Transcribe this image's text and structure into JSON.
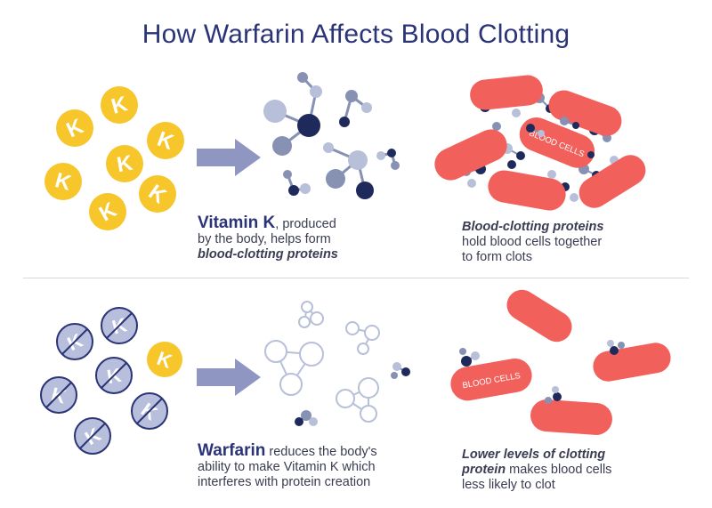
{
  "title": "How Warfarin Affects Blood Clotting",
  "letter_k": "K",
  "blood_cells_label": "BLOOD CELLS",
  "top_left_caption": {
    "bold": "Vitamin K",
    "text1": ", produced",
    "text2": "by the body, helps form",
    "italic": "blood-clotting proteins"
  },
  "top_right_caption": {
    "italic": "Blood-clotting proteins",
    "text1": "hold blood cells together",
    "text2": "to form clots"
  },
  "bottom_left_caption": {
    "bold": "Warfarin",
    "text1": " reduces the body's",
    "text2": "ability to make Vitamin K which",
    "text3": "interferes with protein creation"
  },
  "bottom_right_caption": {
    "italic1": "Lower levels of clotting",
    "italic2": "protein",
    "text1": " makes blood cells",
    "text2": "less likely to clot"
  },
  "colors": {
    "navy": "#2b3476",
    "dark_node": "#1f2a5c",
    "mid_node": "#8791b4",
    "light_node": "#b7bfd9",
    "vitamin_yellow": "#f6c62b",
    "cell_red": "#f2605c",
    "arrow": "#8e96c1",
    "crossed_fill": "#b8bfdc"
  }
}
